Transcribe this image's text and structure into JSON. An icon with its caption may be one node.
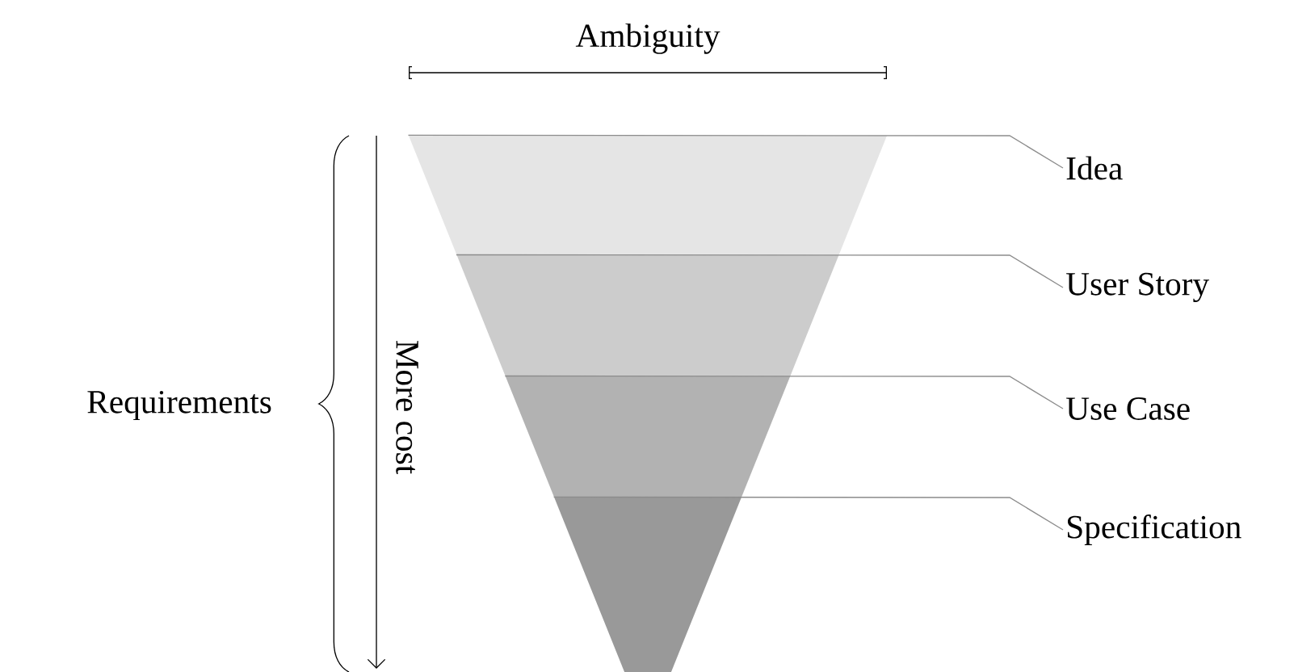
{
  "diagram": {
    "nodes": [
      {
        "text": [],
        "shape": "trapezoid"
      },
      {
        "text": [],
        "shape": "trapezoid"
      },
      {
        "text": [],
        "shape": "trapezoid"
      },
      {
        "text": [],
        "shape": "triangle"
      },
      {
        "text": [
          "Idea"
        ]
      },
      {
        "text": [
          "User Story"
        ]
      },
      {
        "text": [
          "Use Case"
        ]
      },
      {
        "text": [
          "Specification"
        ]
      }
    ],
    "edges": [
      {
        "from": 4,
        "to": 0,
        "arrow": "none"
      },
      {
        "from": 5,
        "to": 1,
        "arrow": "none"
      },
      {
        "from": 6,
        "to": 2,
        "arrow": "none"
      },
      {
        "from": 7,
        "to": 3,
        "arrow": "none"
      }
    ],
    "labels": [
      "Ambiguity",
      "Requirements",
      "More cost"
    ]
  }
}
